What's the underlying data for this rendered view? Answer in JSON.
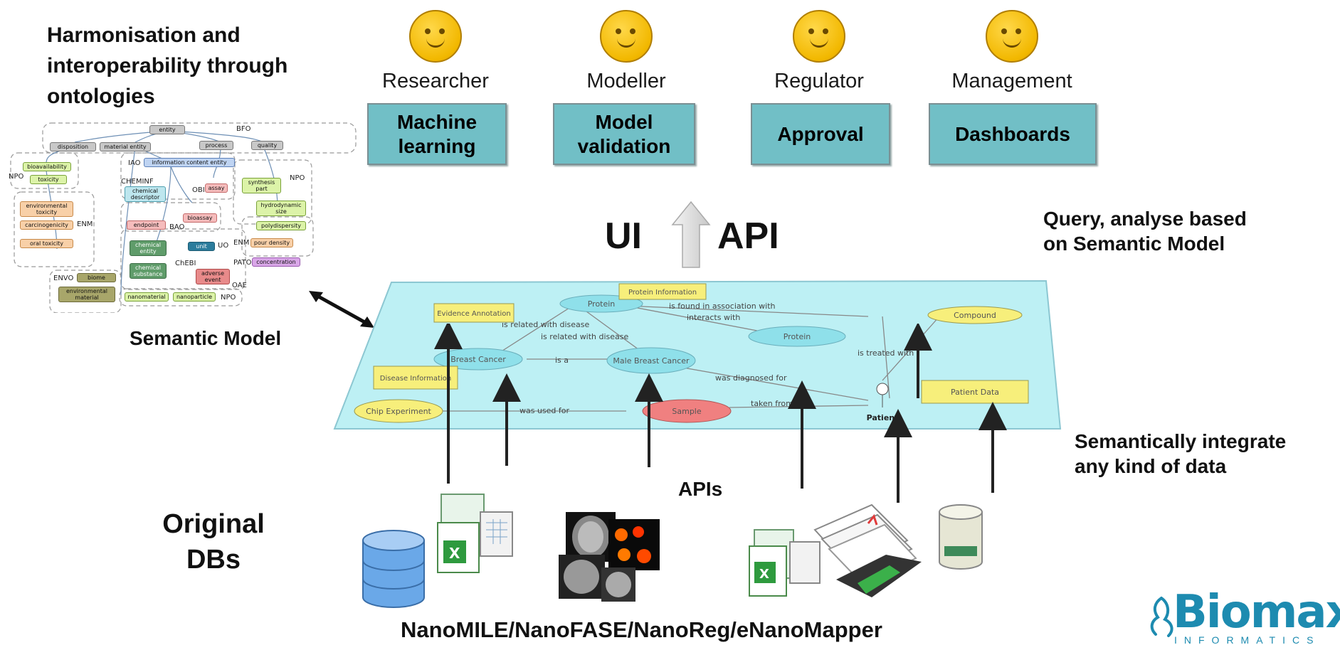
{
  "left_heading": [
    "Harmonisation and",
    "interoperability through",
    "ontologies"
  ],
  "semantic_model_caption": "Semantic Model",
  "ontology": {
    "nodes": {
      "entity": "entity",
      "disposition": "disposition",
      "material_entity": "material entity",
      "process": "process",
      "quality": "quality",
      "ice": "information content entity",
      "bioavailability": "bioavailability",
      "toxicity": "toxicity",
      "env_toxicity": "environmental toxicity",
      "carcinogenicity": "carcinogenicity",
      "oral_toxicity": "oral toxicity",
      "chem_descriptor": "chemical descriptor",
      "assay": "assay",
      "synthesis_part": "synthesis part",
      "hydrodynamic_size": "hydrodynamic size",
      "polydispersity": "polydispersity",
      "endpoint": "endpoint",
      "bioassay": "bioassay",
      "unit": "unit",
      "pour_density": "pour density",
      "concentration": "concentration",
      "chemical_entity": "chemical entity",
      "chemical_substance": "chemical substance",
      "adverse_event": "adverse event",
      "biome": "biome",
      "env_material": "environmental material",
      "nanomaterial": "nanomaterial",
      "nanoparticle": "nanoparticle"
    },
    "labels": {
      "bfo": "BFO",
      "npo1": "NPO",
      "npo2": "NPO",
      "npo3": "NPO",
      "iao": "IAO",
      "cheminf": "CHEMINF",
      "obi": "OBI",
      "enm1": "ENM",
      "enm2": "ENM",
      "bao": "BAO",
      "uo": "UO",
      "chebi": "ChEBI",
      "pato": "PATO",
      "oae": "OAE",
      "envo": "ENVO"
    }
  },
  "personas": [
    {
      "role": "Researcher",
      "task": "Machine learning"
    },
    {
      "role": "Modeller",
      "task": "Model validation"
    },
    {
      "role": "Regulator",
      "task": "Approval"
    },
    {
      "role": "Management",
      "task": "Dashboards"
    }
  ],
  "ui_label": "UI",
  "api_label": "API",
  "query_note": [
    "Query, analyse based",
    "on Semantic Model"
  ],
  "integrate_note": [
    "Semantically integrate",
    "any kind of data"
  ],
  "graph": {
    "nodes": {
      "protein1": "Protein",
      "protein_info": "Protein Information",
      "evidence": "Evidence Annotation",
      "breast_cancer": "Breast Cancer",
      "male_breast_cancer": "Male Breast Cancer",
      "protein2": "Protein",
      "compound": "Compound",
      "disease_info": "Disease Information",
      "chip": "Chip Experiment",
      "sample": "Sample",
      "patient": "Patient",
      "patient_data": "Patient Data"
    },
    "edges": {
      "related1": "is related with disease",
      "related2": "is related with disease",
      "found": "is found in association with",
      "interacts": "interacts with",
      "isa": "is a",
      "diagnosed": "was diagnosed for",
      "treated": "is treated with",
      "used_for": "was used for",
      "taken_from": "taken from"
    }
  },
  "apis_label": "APIs",
  "original_dbs": [
    "Original",
    "DBs"
  ],
  "bottom_title": "NanoMILE/NanoFASE/NanoReg/eNanoMapper",
  "logo": {
    "name": "Biomax",
    "sub": "INFORMATICS"
  }
}
